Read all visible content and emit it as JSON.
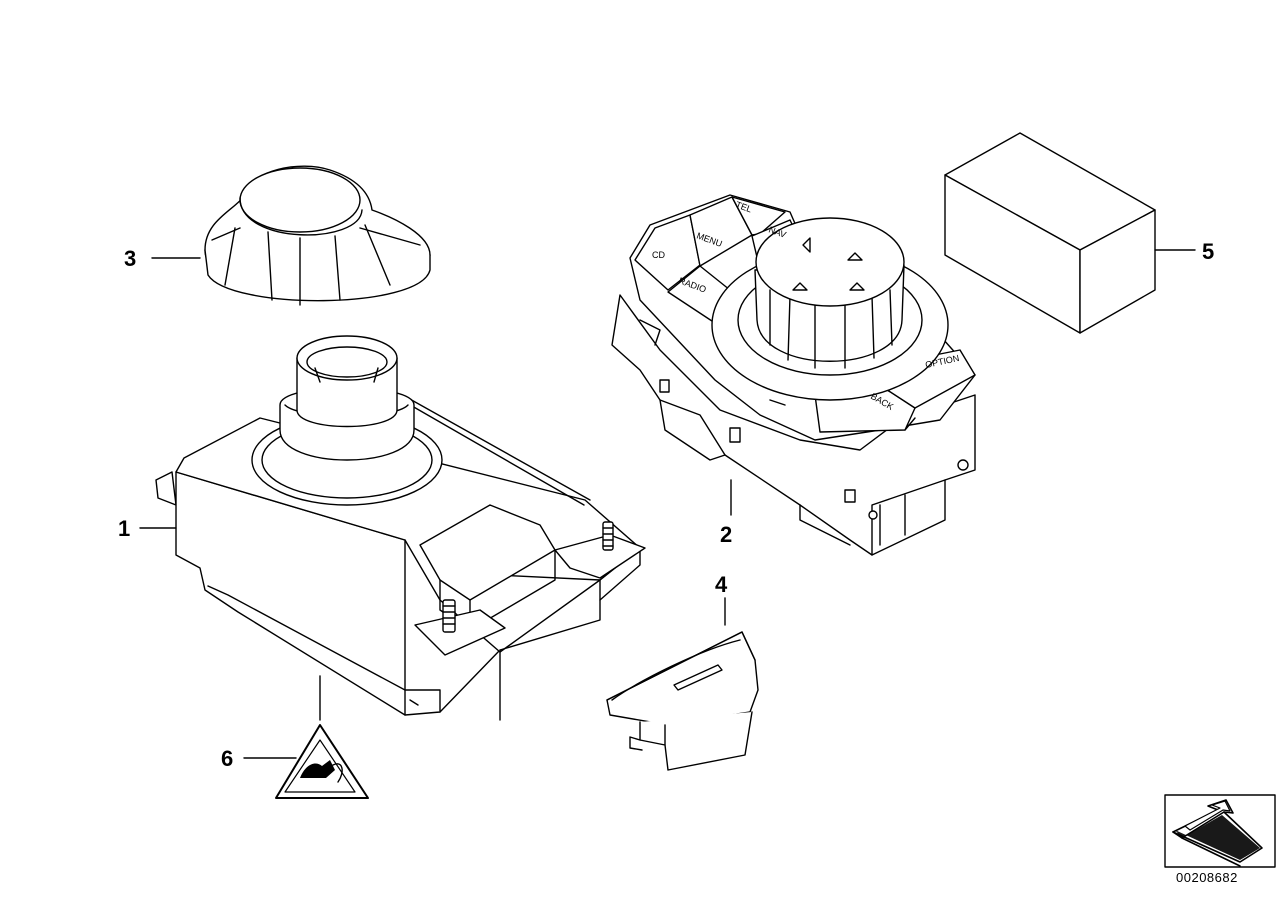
{
  "callouts": [
    "1",
    "2",
    "3",
    "4",
    "5",
    "6"
  ],
  "controller_buttons": {
    "cd": "CD",
    "menu": "MENU",
    "tel": "TEL",
    "nav": "NAV",
    "radio": "RADIO",
    "back": "BACK",
    "option": "OPTION"
  },
  "document_id": "00208682",
  "icons": {
    "safety_warning": "hand-caution-triangle-icon",
    "orientation": "direction-arrow-icon"
  },
  "colors": {
    "ink": "#000000",
    "paper": "#ffffff",
    "shade": "#f2f2f2"
  }
}
